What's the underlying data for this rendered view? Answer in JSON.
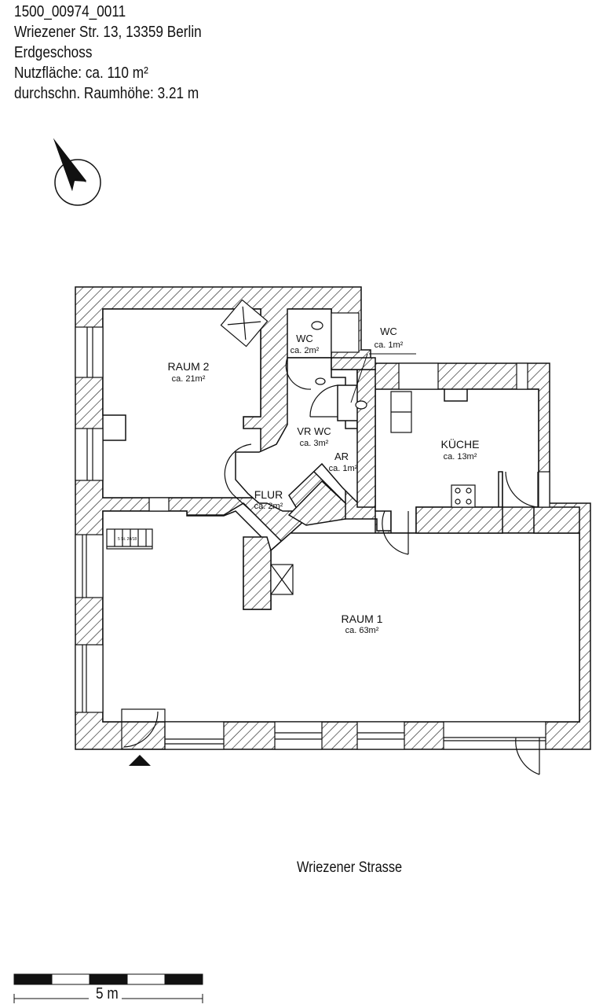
{
  "header": {
    "id": "1500_00974_0011",
    "address": "Wriezener Str. 13, 13359 Berlin",
    "floor": "Erdgeschoss",
    "usable_area": "Nutzfläche: ca. 110 m²",
    "ceiling_height": "durchschn. Raumhöhe: 3.21 m"
  },
  "compass": {
    "icon": "north-arrow-icon"
  },
  "rooms": [
    {
      "name": "RAUM 2",
      "area": "ca. 21m²"
    },
    {
      "name": "WC",
      "area": "ca. 2m²"
    },
    {
      "name": "WC",
      "area": "ca. 1m²"
    },
    {
      "name": "VR WC",
      "area": "ca. 3m²"
    },
    {
      "name": "AR",
      "area": "ca. 1m²"
    },
    {
      "name": "FLUR",
      "area": "ca. 2m²"
    },
    {
      "name": "KÜCHE",
      "area": "ca. 13m²"
    },
    {
      "name": "RAUM 1",
      "area": "ca. 63m²"
    }
  ],
  "stair_note": "5 St. 20/18",
  "street": "Wriezener Strasse",
  "scale_bar": {
    "label": "5  m",
    "segments": 5
  },
  "colors": {
    "line": "#111111",
    "hatch": "#222222",
    "background": "#ffffff"
  }
}
